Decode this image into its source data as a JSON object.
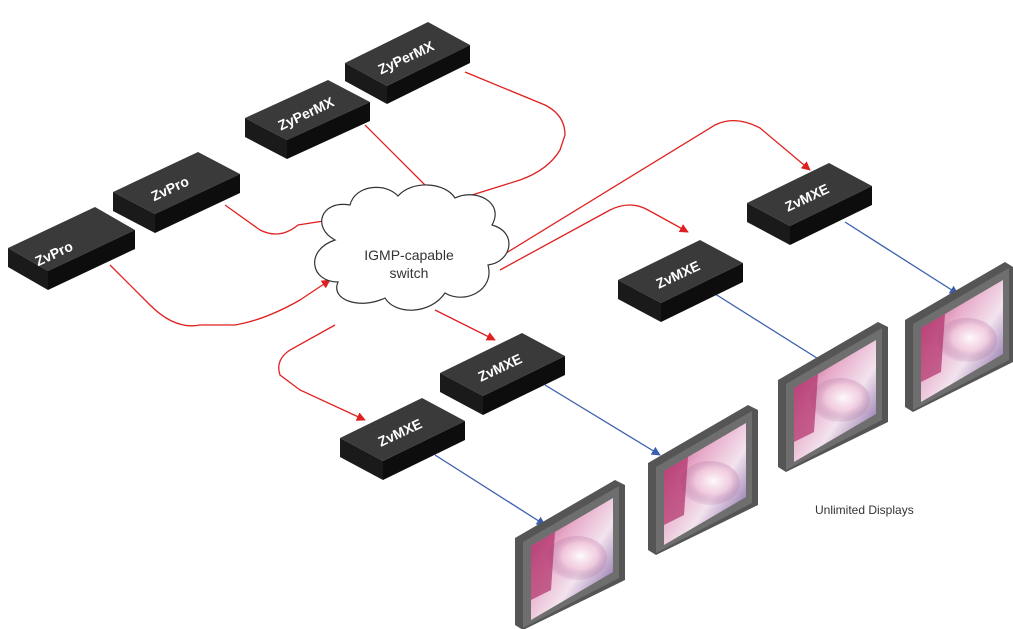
{
  "colors": {
    "source_link": "#e02020",
    "display_link": "#3a5fb0",
    "device_top": "#3a3a3a",
    "device_side": "#111111",
    "cloud_fill": "#ffffff",
    "cloud_stroke": "#333333"
  },
  "switch": {
    "line1": "IGMP-capable",
    "line2": "switch"
  },
  "devices": {
    "source_1": "ZvPro",
    "source_2": "ZvPro",
    "source_3": "ZyPerMX",
    "source_4": "ZyPerMX",
    "receiver_1": "ZvMXE",
    "receiver_2": "ZvMXE",
    "receiver_3": "ZvMXE",
    "receiver_4": "ZvMXE"
  },
  "caption": "Unlimited Displays"
}
